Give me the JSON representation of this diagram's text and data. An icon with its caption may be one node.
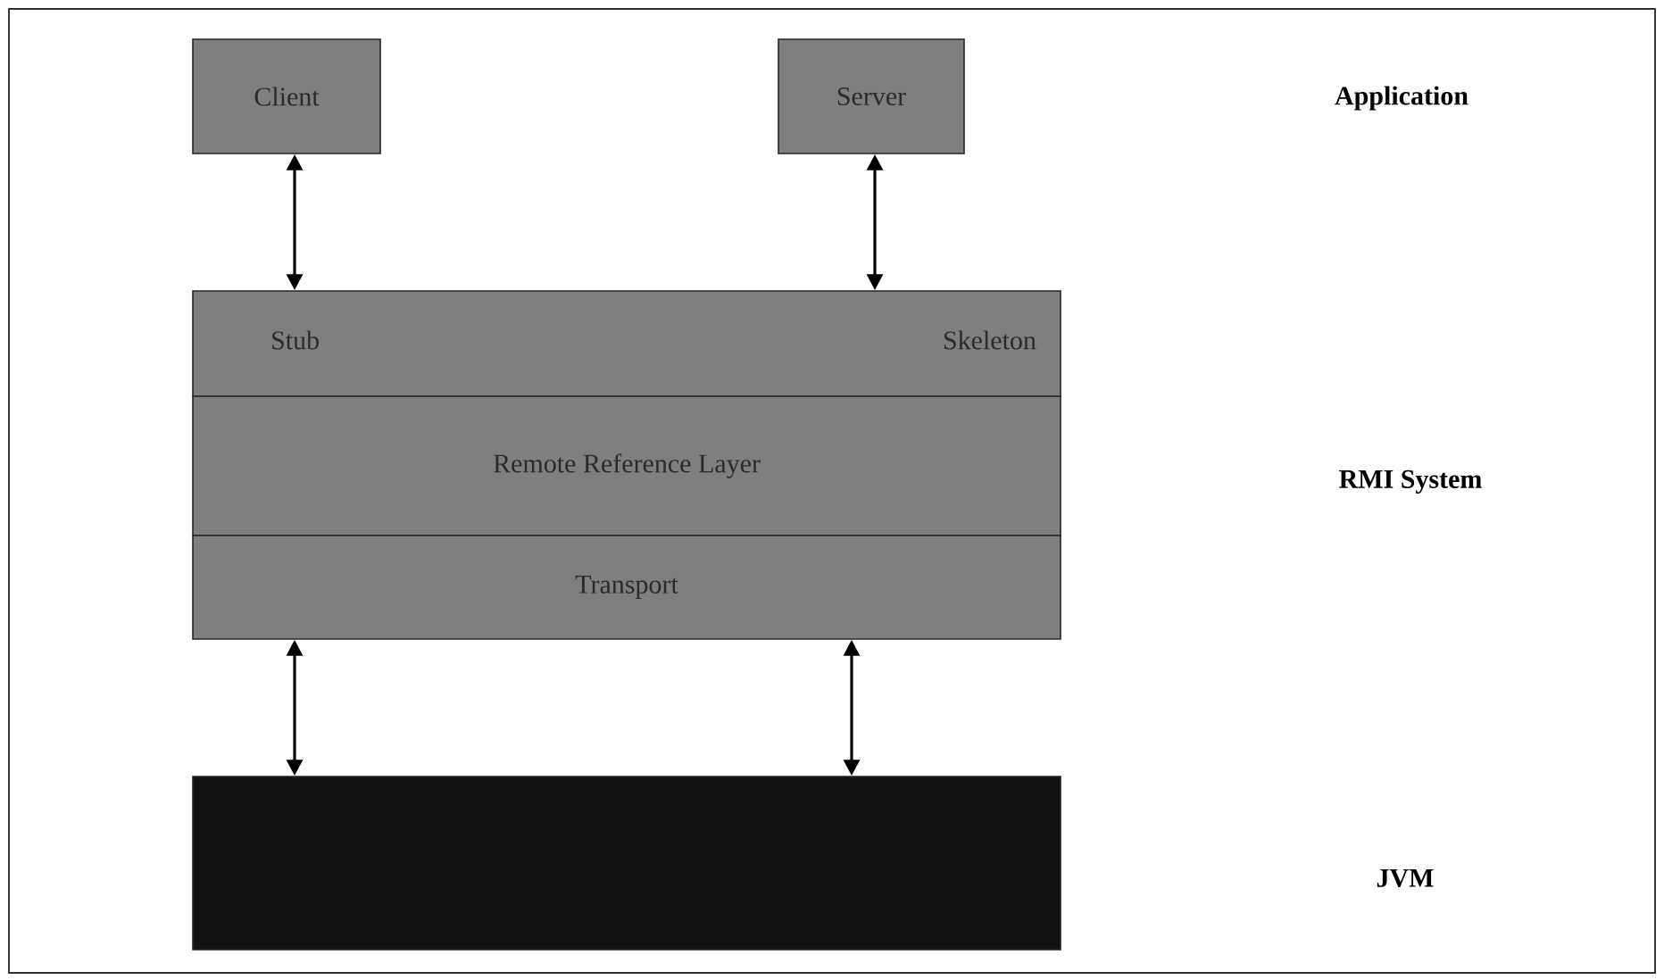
{
  "diagram": {
    "nodes": [
      {
        "text": [
          "Client"
        ]
      },
      {
        "text": [
          "Server"
        ]
      },
      {
        "text": [
          "Stub",
          "Skeleton"
        ]
      },
      {
        "text": [
          "Remote Reference Layer"
        ]
      },
      {
        "text": [
          "Transport"
        ]
      },
      {
        "text": [],
        "shape": "box"
      }
    ],
    "edges": [
      {
        "from": 0,
        "to": 2,
        "arrow": "both"
      },
      {
        "from": 1,
        "to": 2,
        "arrow": "both"
      },
      {
        "from": 4,
        "to": 5,
        "arrow": "both"
      },
      {
        "from": 4,
        "to": 5,
        "arrow": "both"
      }
    ],
    "labels": [
      "Application",
      "RMI System",
      "JVM"
    ]
  }
}
